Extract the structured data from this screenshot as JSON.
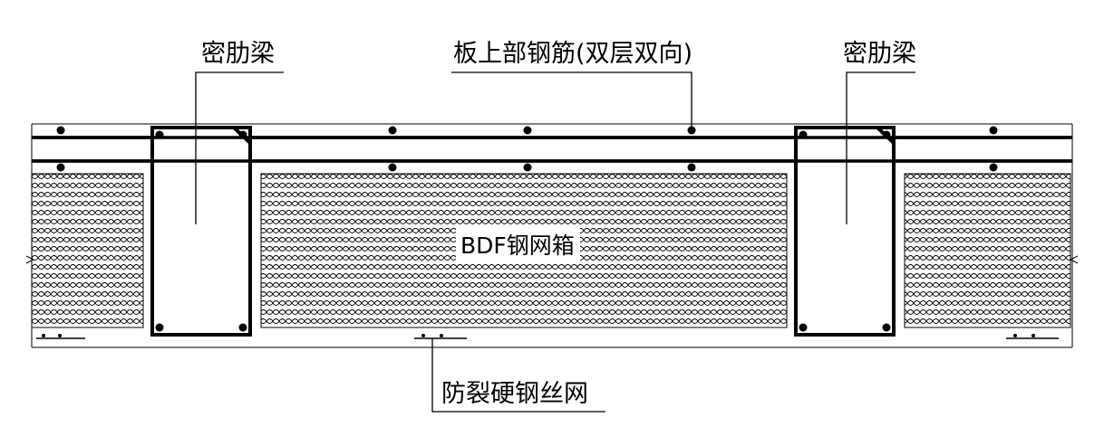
{
  "labels": {
    "dense_rib_left": "密肋梁",
    "top_rebar": "板上部钢筋(双层双向)",
    "dense_rib_right": "密肋梁",
    "bdf_box": "BDF钢网箱",
    "crack_mesh": "防裂硬钢丝网"
  },
  "colors": {
    "line": "#000000",
    "background": "#ffffff"
  }
}
